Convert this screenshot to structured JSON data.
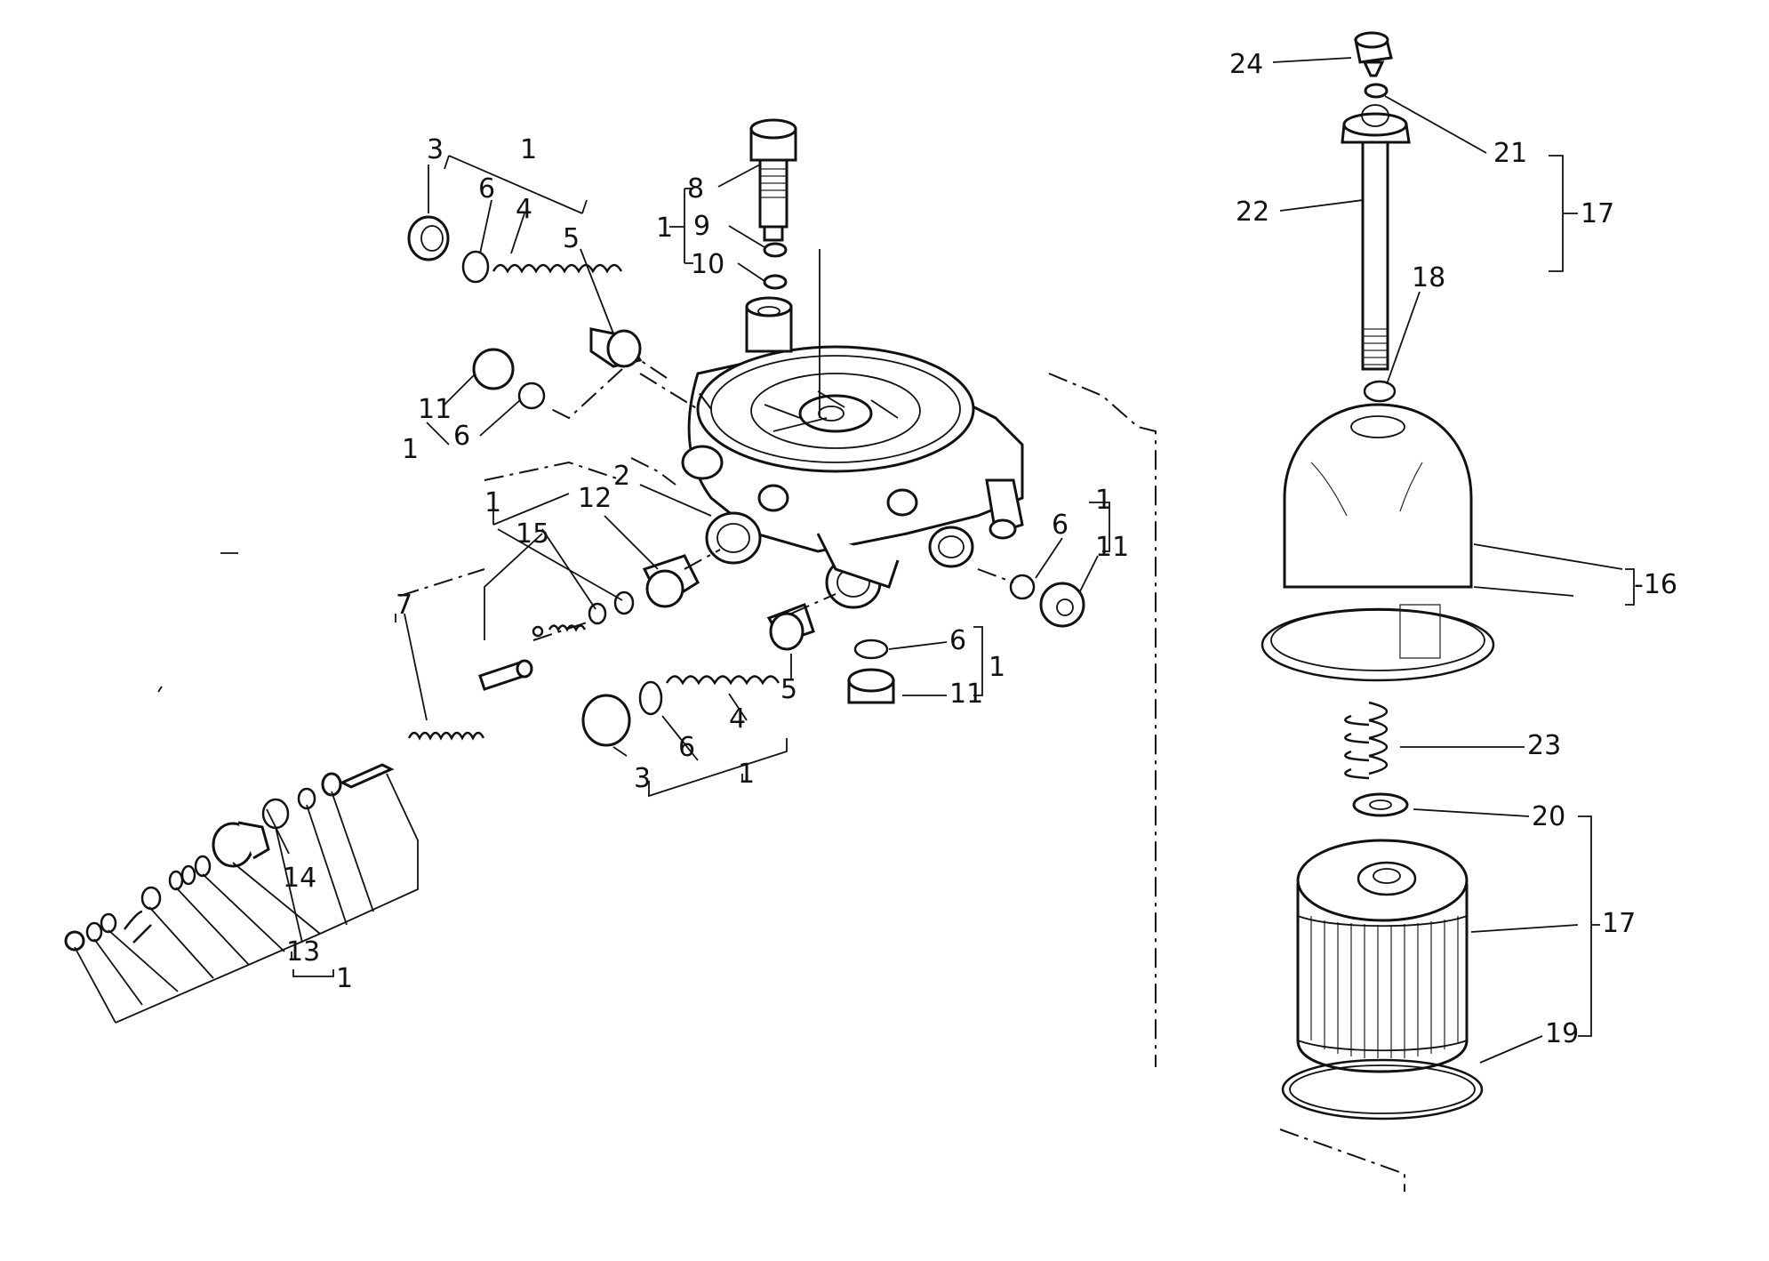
{
  "diagram": {
    "labels": {
      "l1": "1",
      "l1b": "1",
      "l1c": "1",
      "l1d": "1",
      "l1e": "1",
      "l1f": "1",
      "l1g": "1",
      "l1h": "1",
      "l2": "2",
      "l3a": "3",
      "l3b": "3",
      "l4a": "4",
      "l4b": "4",
      "l5a": "5",
      "l5b": "5",
      "l6a": "6",
      "l6b": "6",
      "l6c": "6",
      "l6d": "6",
      "l6e": "6",
      "l7": "7",
      "l8": "8",
      "l9": "9",
      "l10": "10",
      "l11a": "11",
      "l11b": "11",
      "l11c": "11",
      "l12": "12",
      "l13": "13",
      "l14": "14",
      "l15": "15",
      "l16": "-16",
      "l17a": "17",
      "l17b": "17",
      "l18": "18",
      "l19": "19",
      "l20": "20",
      "l21": "21",
      "l22": "22",
      "l23": "23",
      "l24": "24"
    }
  }
}
